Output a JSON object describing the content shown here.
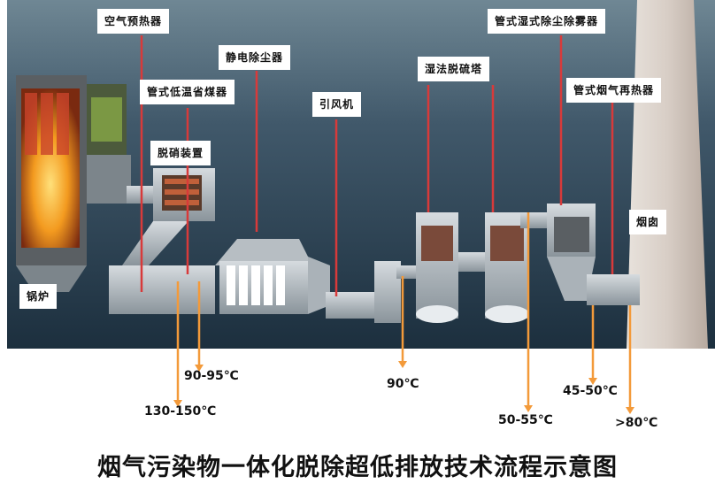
{
  "title": "烟气污染物一体化脱除超低排放技术流程示意图",
  "equipment": {
    "air_preheater": "空气预热器",
    "economizer": "管式低温省煤器",
    "esp": "静电除尘器",
    "denox": "脱硝装置",
    "boiler": "锅炉",
    "id_fan": "引风机",
    "wet_fgd": "湿法脱硫塔",
    "wet_esp": "管式湿式除尘除雾器",
    "reheater": "管式烟气再热器",
    "chimney": "烟囱"
  },
  "temperatures": {
    "t1": "130-150℃",
    "t2": "90-95℃",
    "t3": "90℃",
    "t4": "50-55℃",
    "t5": "45-50℃",
    "t6": ">80℃"
  },
  "colors": {
    "background_dark": "#1f3344",
    "background_mid": "#3c5b70",
    "equipment_gray": "#9aa3aa",
    "callout_red": "#d83a3a",
    "temp_orange": "#f39a3a",
    "fire": "#f5a01f"
  }
}
